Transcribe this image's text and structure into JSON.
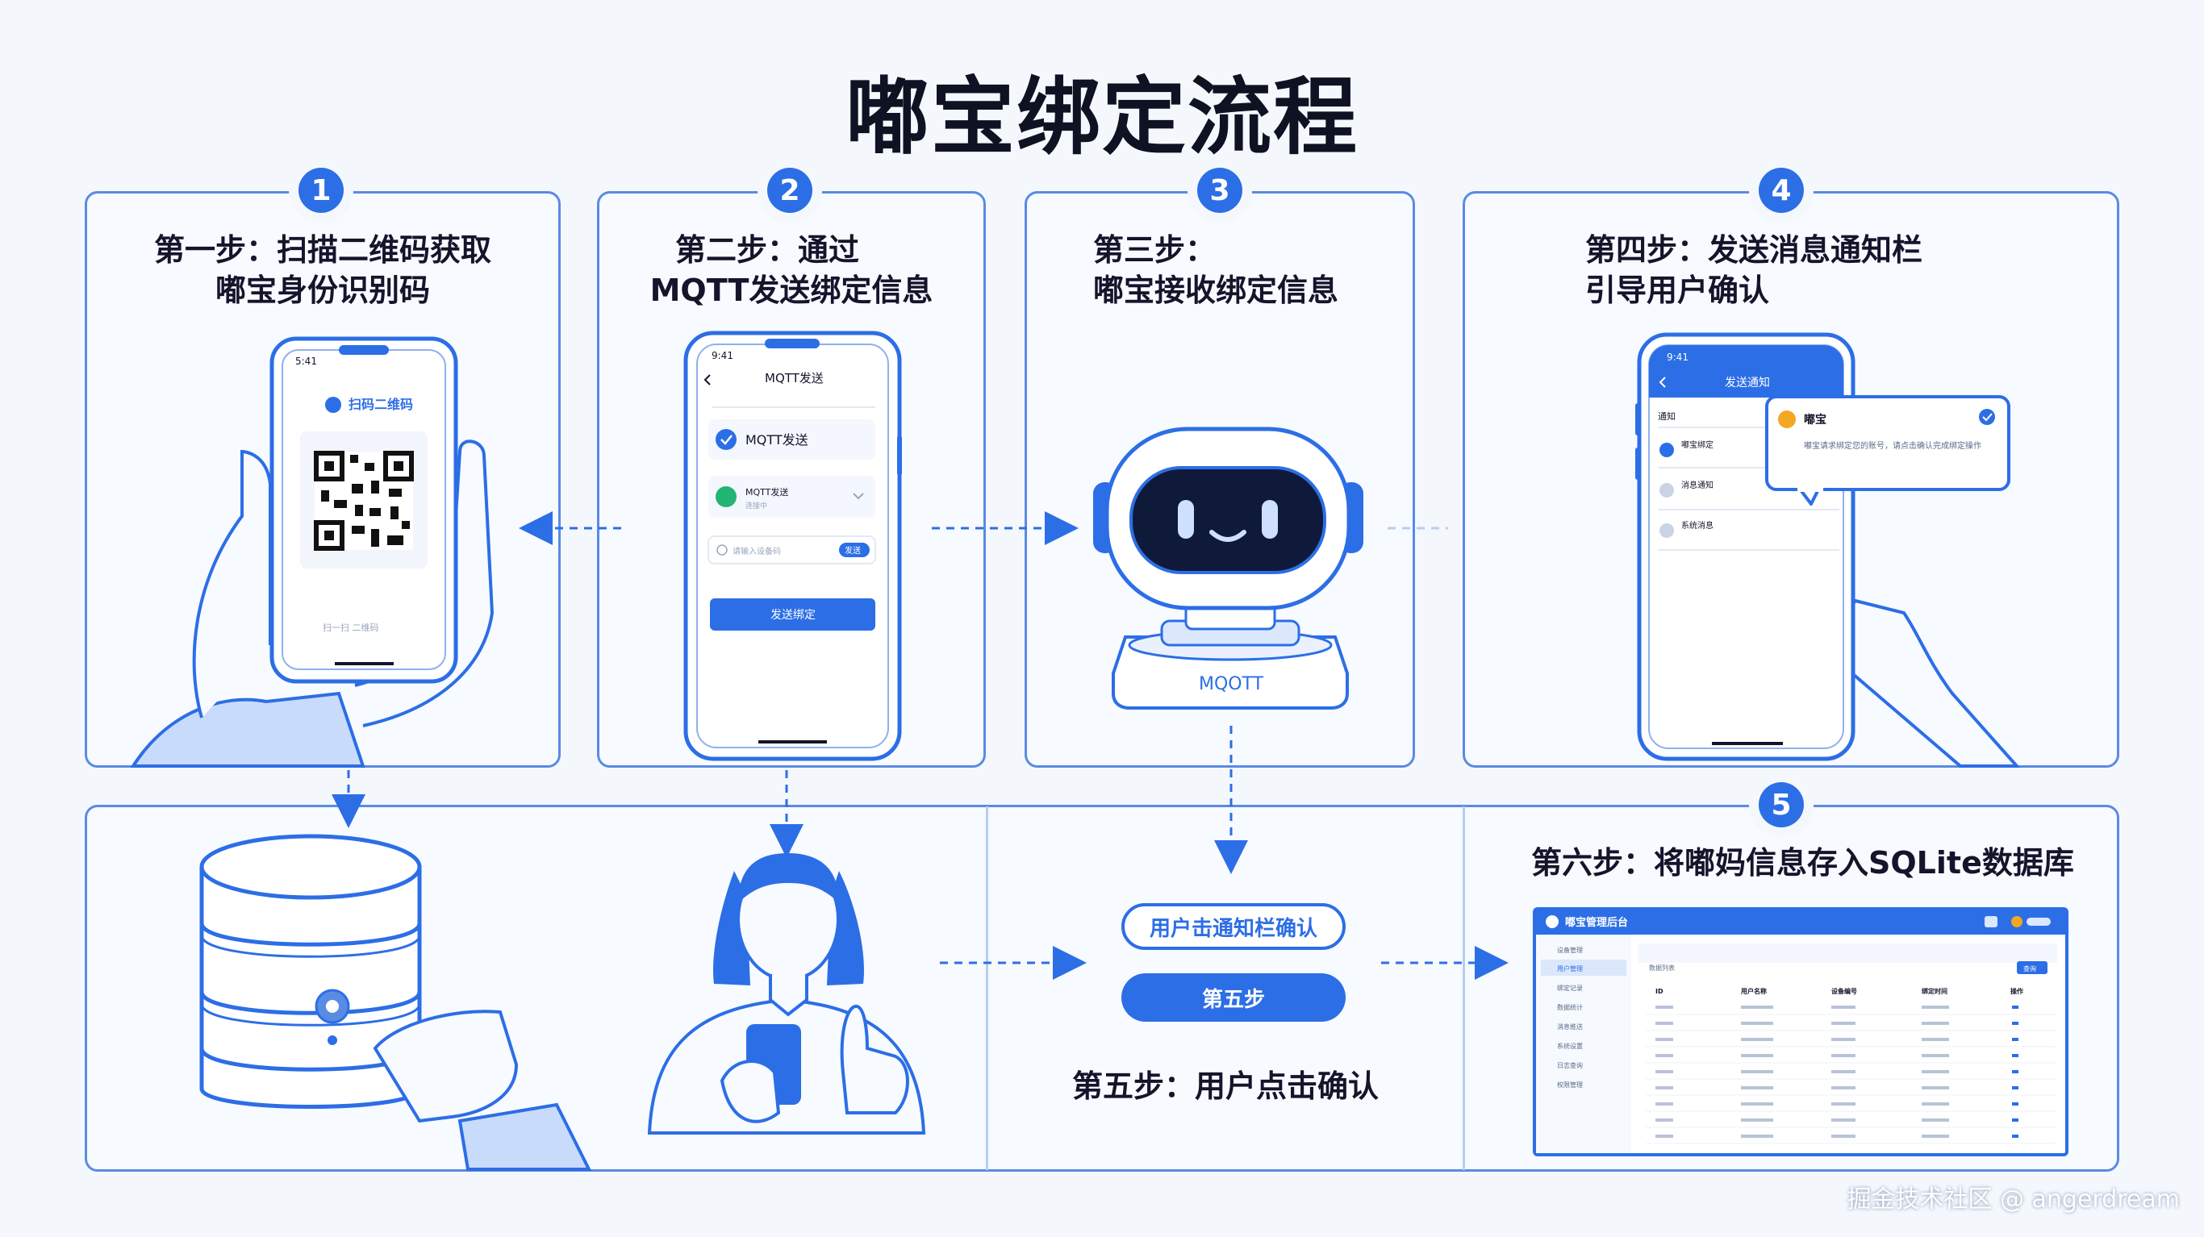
{
  "title": "嘟宝绑定流程",
  "badges": [
    "1",
    "2",
    "3",
    "4",
    "5"
  ],
  "steps": {
    "s1": [
      "第一步：扫描二维码获取",
      "嘟宝身份识别码"
    ],
    "s2": [
      "第二步：通过",
      "MQTT发送绑定信息"
    ],
    "s3": [
      "第三步：",
      "嘟宝接收绑定信息"
    ],
    "s4": [
      "第四步：发送消息通知栏",
      "引导用户确认"
    ],
    "s5": "第五步：用户点击确认",
    "s6": "第六步：将嘟妈信息存入SQLite数据库"
  },
  "phone1": {
    "status": "5:41",
    "header": "扫码二维码",
    "footer": "扫一扫    二维码"
  },
  "phone2": {
    "status": "9:41",
    "title": "MQTT发送",
    "row1": "MQTT发送",
    "row2": "MQTT发送",
    "row2_sub": "连接中",
    "input_placeholder": "请输入设备码",
    "input_tag": "发送",
    "button": "发送绑定"
  },
  "robot_label": "MQOTT",
  "phone4": {
    "status": "9:41",
    "title": "发送通知",
    "rows": [
      "嘟宝绑定",
      "消息通知",
      "系统消息"
    ],
    "row_top": "通知",
    "popup_title": "嘟宝",
    "popup_text": "嘟宝请求绑定您的账号，请点击确认完成绑定操作"
  },
  "pill_outline": "用户击通知栏确认",
  "pill_filled": "第五步",
  "dash": {
    "brand": "嘟宝管理后台",
    "sidebar": [
      "设备管理",
      "用户管理",
      "绑定记录",
      "数据统计",
      "消息推送",
      "系统设置",
      "日志查询",
      "权限管理"
    ],
    "toolbar_label": "数据列表",
    "toolbar_button": "查询",
    "columns": [
      "ID",
      "用户名称",
      "设备编号",
      "绑定时间",
      "操作"
    ],
    "rows": 9
  },
  "watermark": "掘金技术社区 @ angerdream",
  "colors": {
    "accent": "#2c6ee6",
    "line": "#5a8be3",
    "light": "#dbe7fb",
    "dark": "#0f1a3a"
  }
}
